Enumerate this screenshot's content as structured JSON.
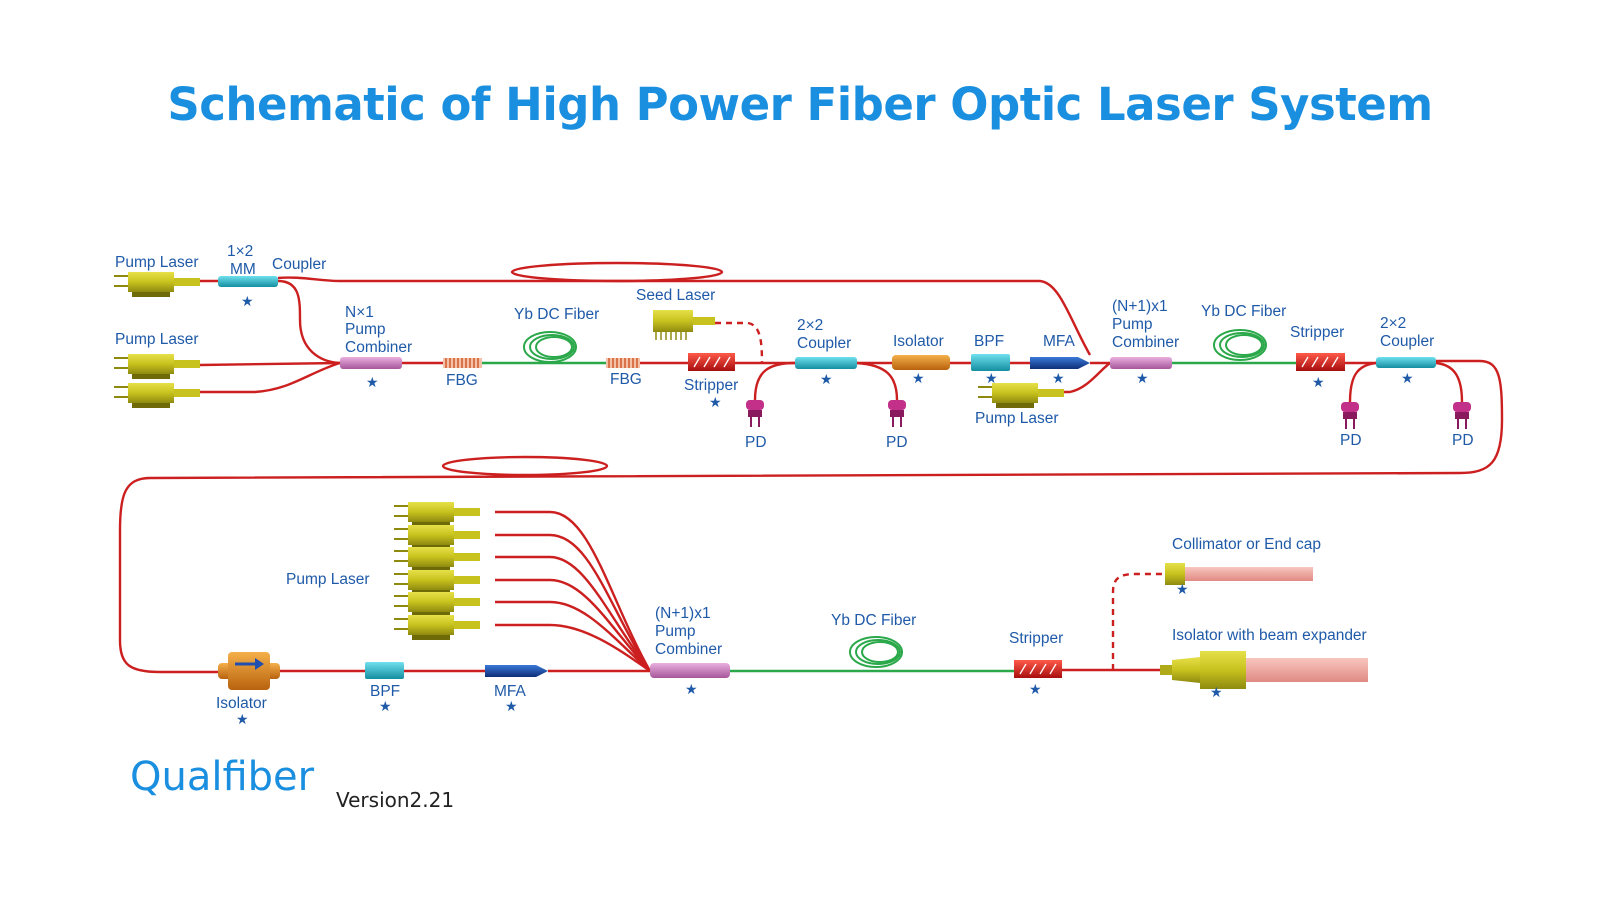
{
  "title": "Schematic of High Power Fiber Optic Laser System",
  "brand": "Qualfiber",
  "version": "Version2.21",
  "labels": {
    "pump_laser": "Pump Laser",
    "mm_1x2": "1×2",
    "mm": "MM",
    "coupler": "Coupler",
    "nx1": "N×1",
    "pump": "Pump",
    "combiner": "Combiner",
    "fbg": "FBG",
    "yb_dc_fiber": "Yb DC Fiber",
    "seed_laser": "Seed Laser",
    "stripper": "Stripper",
    "coupler_2x2": "2×2",
    "isolator": "Isolator",
    "bpf": "BPF",
    "mfa": "MFA",
    "n1x1": "(N+1)x1",
    "pd": "PD",
    "collimator": "Collimator or End cap",
    "isolator_beam": "Isolator with beam expander",
    "star": "★"
  },
  "colors": {
    "title": "#1a8fe0",
    "label": "#1f5aa8",
    "fiber_red": "#cc1f1f",
    "fiber_green": "#2aa84a",
    "pump_yellow": "#c8c21e",
    "coupler_cyan": "#1fb8cf",
    "combiner_pink": "#d07cc4",
    "isolator_orange": "#e0861c",
    "mfa_blue": "#1a4fa8",
    "stripper_red": "#e0201c",
    "pd_magenta": "#b0206e",
    "fbg_orange": "#e07a3c",
    "output_pink": "#f0a8a0"
  }
}
